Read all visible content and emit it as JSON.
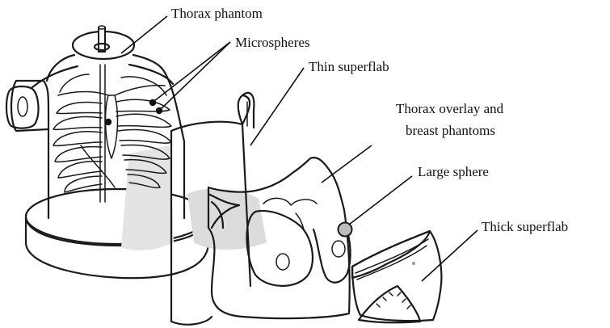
{
  "figure": {
    "labels": {
      "thorax_phantom": "Thorax phantom",
      "microspheres": "Microspheres",
      "thin_superflab": "Thin superflab",
      "thorax_overlay_line1": "Thorax overlay and",
      "thorax_overlay_line2": "breast phantoms",
      "large_sphere": "Large sphere",
      "thick_superflab": "Thick superflab"
    },
    "colors": {
      "line": "#1a1a1a",
      "shadow_gray": "#d9d9d9",
      "light_gray": "#eeeeee",
      "sphere_gray": "#bdbdbd",
      "dot": "#111111",
      "background": "#ffffff"
    }
  }
}
